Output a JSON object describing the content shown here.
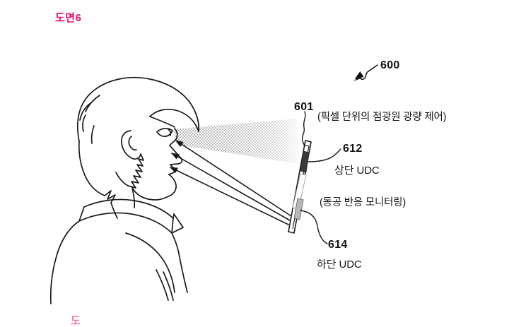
{
  "figure": {
    "title": "도면6",
    "next_title_partial": "도",
    "title_color": "#e3106f",
    "ink_color": "#1a1a1a",
    "beam_color": "#b4b4b4",
    "upper_udc_color": "#3a3a3a",
    "lower_udc_color": "#b8b8b8",
    "background": "#ffffff"
  },
  "labels": {
    "device_assembly": "600",
    "display_panel": "601",
    "display_panel_desc": "(픽셀 단위의 점광원 광량 제어)",
    "upper_udc_num": "612",
    "upper_udc_name": "상단 UDC",
    "pupil_monitor_desc": "(동공 반응 모니터링)",
    "lower_udc_num": "614",
    "lower_udc_name": "하단 UDC"
  },
  "icons": {
    "subject": "head-profile-icon",
    "device": "smartphone-edge-icon",
    "beam": "light-cone-icon",
    "rays": "reflected-ray-arrows-icon",
    "pointer_600": "squiggle-pointer-icon",
    "leader_601": "wavy-leader-line-icon",
    "leader_612": "curved-leader-line-icon",
    "leader_614": "curved-leader-line-icon"
  }
}
